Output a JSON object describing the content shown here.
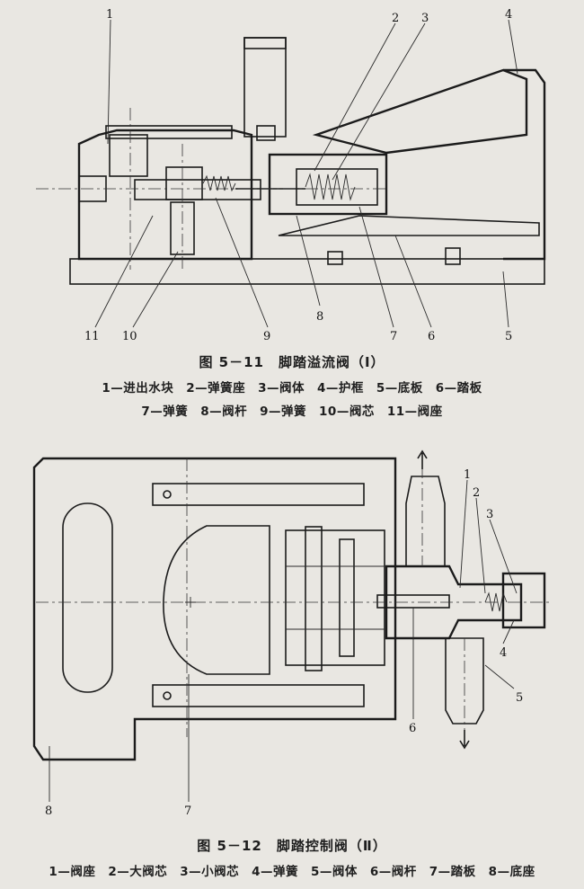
{
  "figure_5_11": {
    "caption": "图 5－11　脚踏溢流阀（Ⅰ）",
    "legend_line1": "1—进出水块　2—弹簧座　3—阀体　4—护框　5—底板　6—踏板",
    "legend_line2": "7—弹簧　8—阀杆　9—弹簧　10—阀芯　11—阀座",
    "callouts": [
      "1",
      "2",
      "3",
      "4",
      "5",
      "6",
      "7",
      "8",
      "9",
      "10",
      "11"
    ]
  },
  "figure_5_12": {
    "caption": "图 5－12　脚踏控制阀（Ⅱ）",
    "legend": "1—阀座　2—大阀芯　3—小阀芯　4—弹簧　5—阀体　6—阀杆　7—踏板　8—底座",
    "callouts": [
      "1",
      "2",
      "3",
      "4",
      "5",
      "6",
      "7",
      "8"
    ]
  },
  "colors": {
    "paper": "#e9e7e2",
    "ink": "#1b1b1b",
    "hatch": "#3a3a3a"
  }
}
